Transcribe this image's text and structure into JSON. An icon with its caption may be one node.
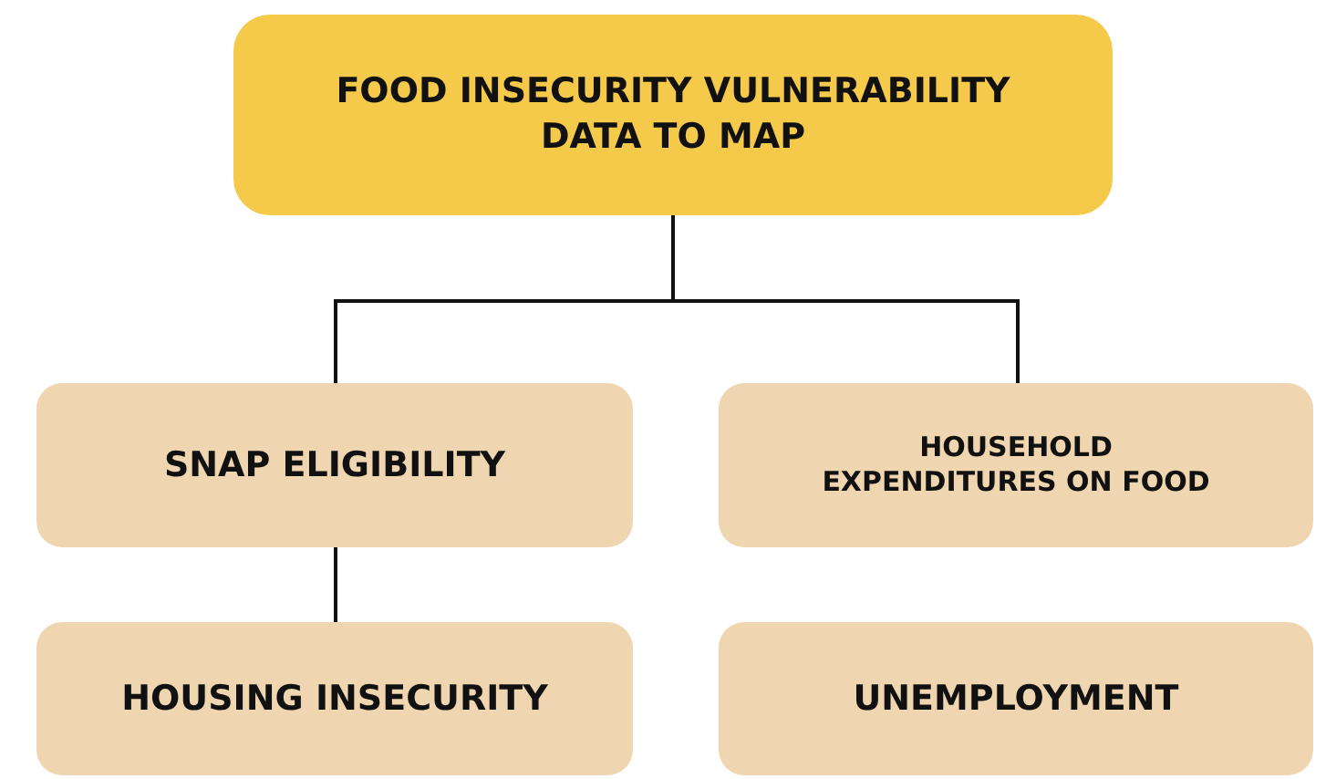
{
  "diagram": {
    "nodes": [
      {
        "text": [
          "FOOD INSECURITY VULNERABILITY DATA TO MAP"
        ]
      },
      {
        "text": [
          "SNAP ELIGIBILITY"
        ]
      },
      {
        "text": [
          "HOUSEHOLD EXPENDITURES ON FOOD"
        ]
      },
      {
        "text": [
          "HOUSING INSECURITY"
        ]
      },
      {
        "text": [
          "UNEMPLOYMENT"
        ]
      }
    ],
    "edges": [
      {
        "from": 0,
        "to": 1,
        "arrow": "none"
      },
      {
        "from": 0,
        "to": 2,
        "arrow": "none"
      },
      {
        "from": 1,
        "to": 3,
        "arrow": "none"
      }
    ]
  }
}
